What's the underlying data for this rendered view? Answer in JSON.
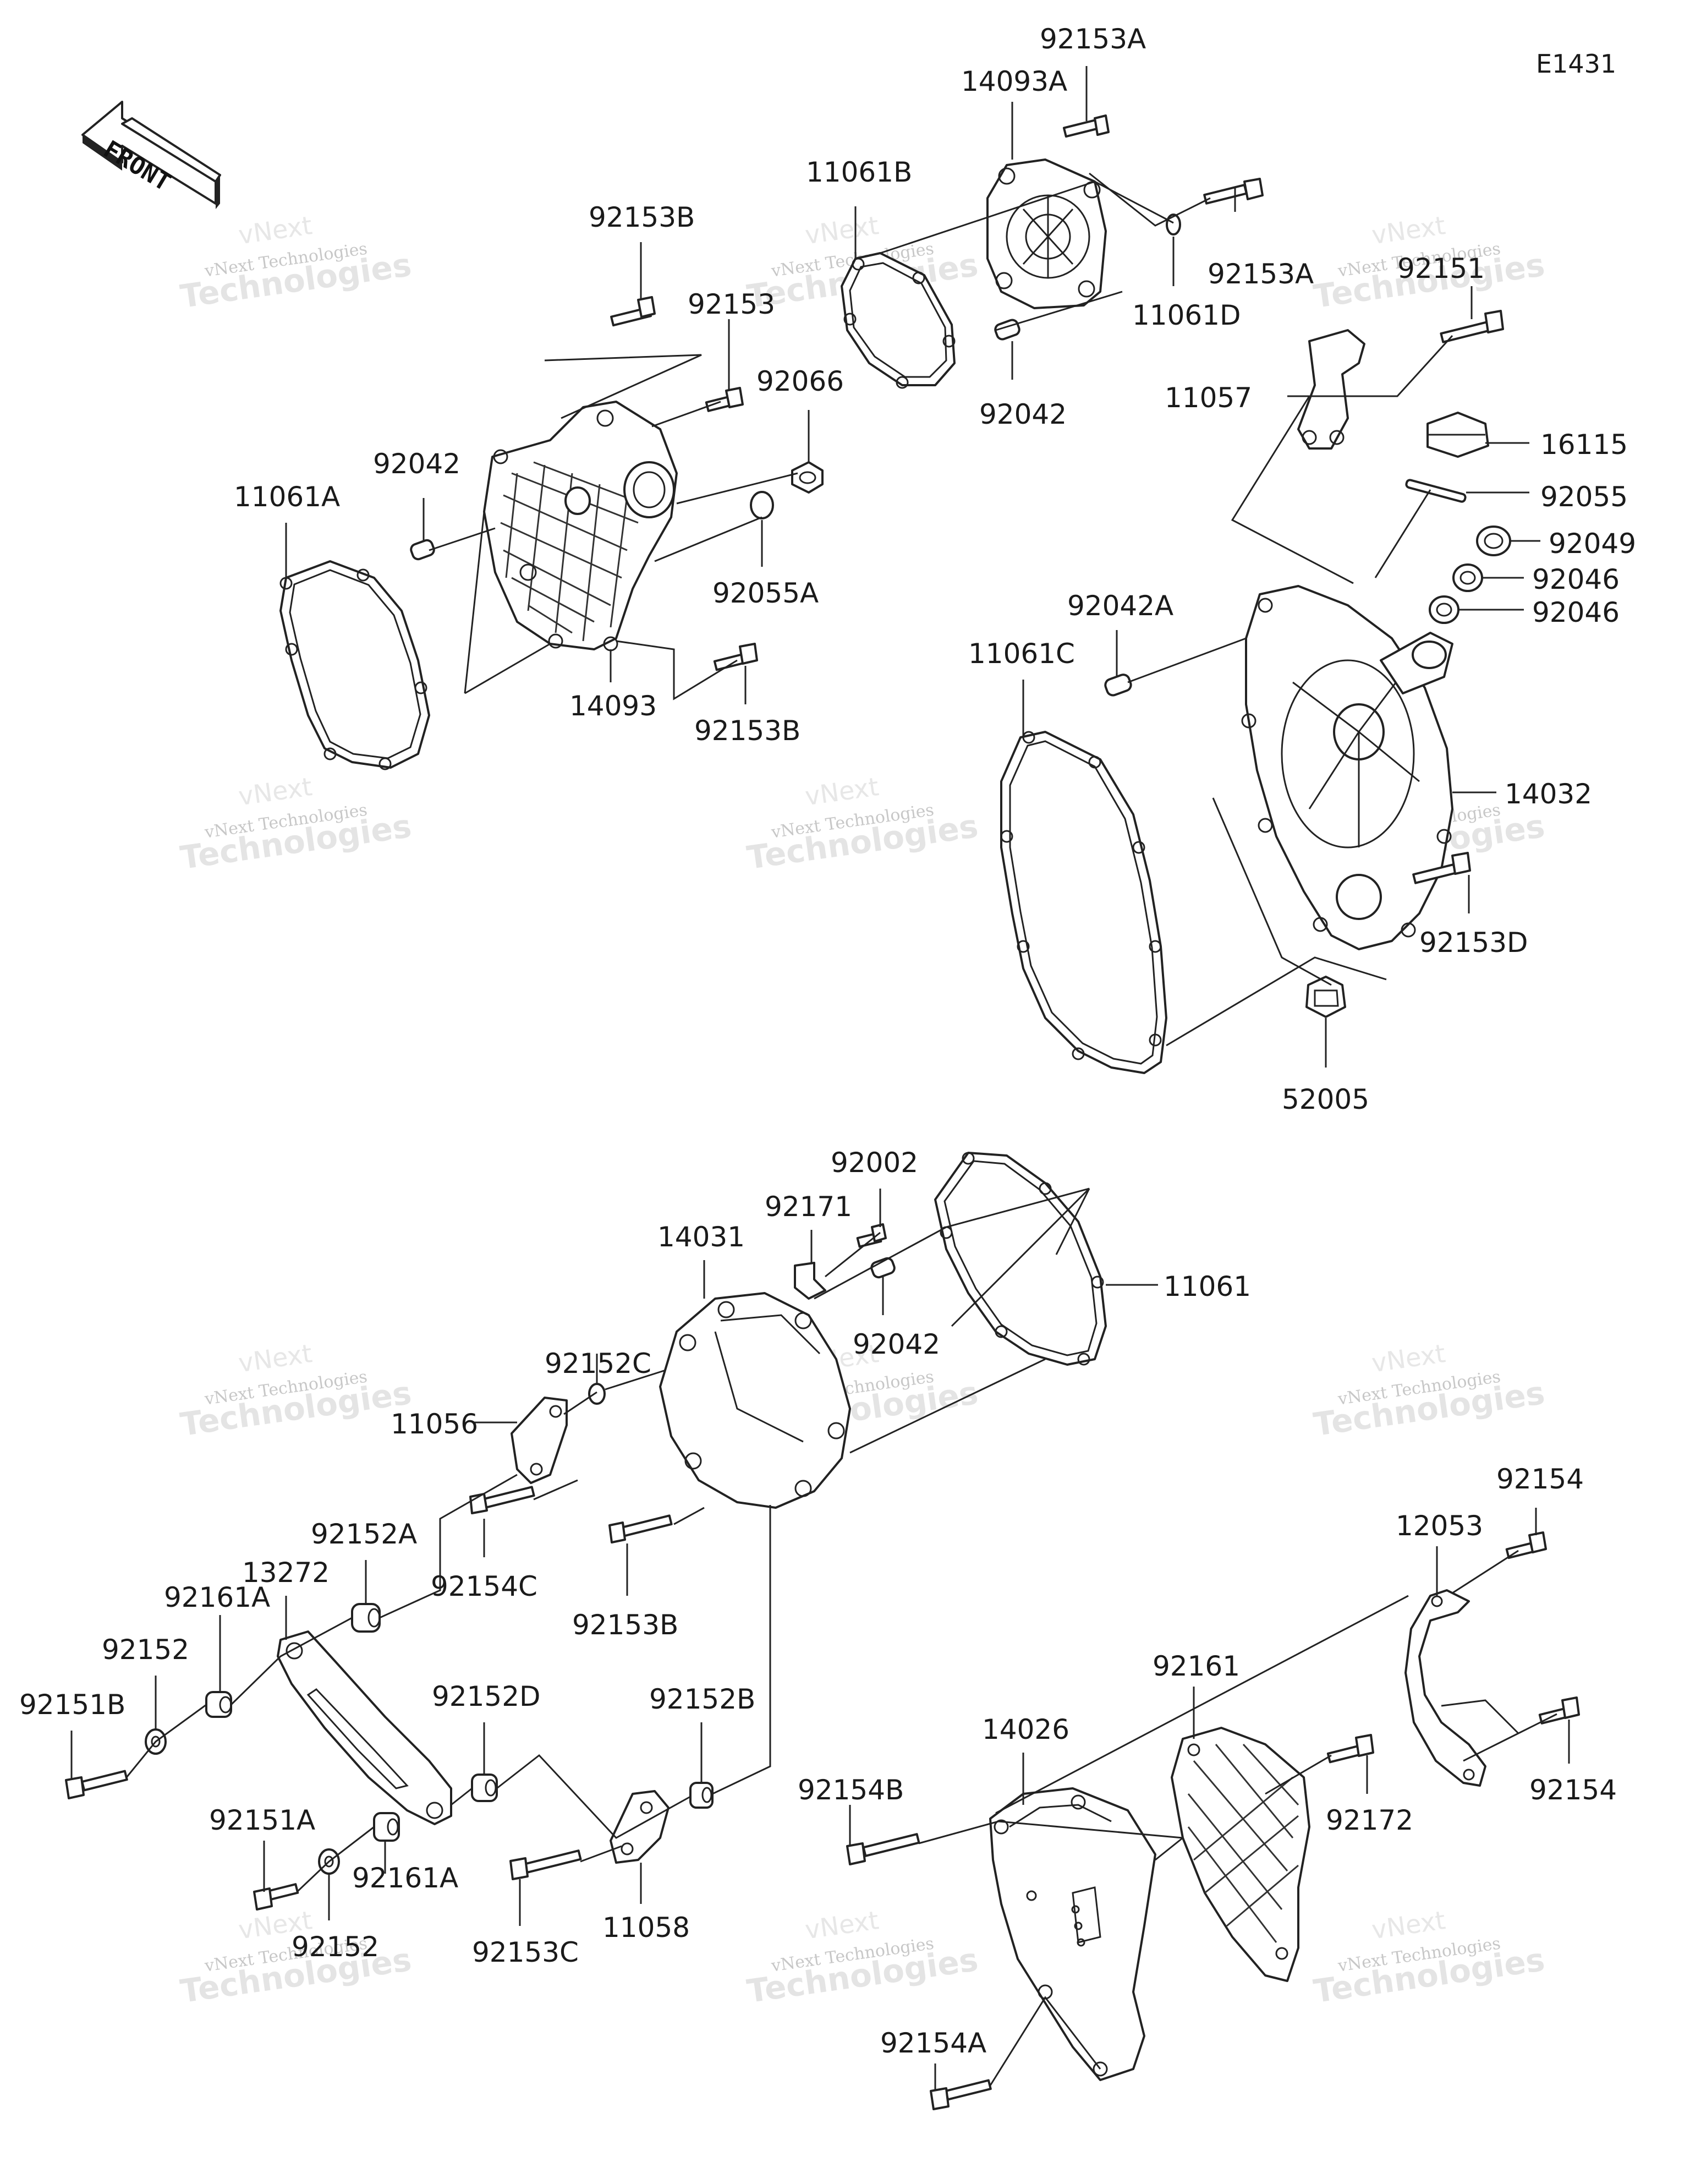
{
  "diagram": {
    "ref_code": "E1431",
    "front_label": "FRONT",
    "watermark": {
      "line1": "vNext",
      "line2": "vNext Technologies",
      "line3": "Technologies"
    },
    "labels": {
      "p92153A_top": "92153A",
      "p14093A": "14093A",
      "p11061B": "11061B",
      "p92153A_right": "92153A",
      "p11061D": "11061D",
      "p92042_top": "92042",
      "p92151": "92151",
      "p11057": "11057",
      "p16115": "16115",
      "p92055": "92055",
      "p92049": "92049",
      "p92046_a": "92046",
      "p92046_b": "92046",
      "p92153B_top": "92153B",
      "p92153": "92153",
      "p92066": "92066",
      "p92042_left": "92042",
      "p11061A": "11061A",
      "p92055A": "92055A",
      "p14093": "14093",
      "p92153B_mid": "92153B",
      "p92042A": "92042A",
      "p11061C": "11061C",
      "p14032": "14032",
      "p92153D": "92153D",
      "p52005": "52005",
      "p92002": "92002",
      "p92171": "92171",
      "p14031": "14031",
      "p11061": "11061",
      "p92042_low": "92042",
      "p92152C": "92152C",
      "p11056": "11056",
      "p92152A": "92152A",
      "p13272": "13272",
      "p92154C": "92154C",
      "p92153B_low": "92153B",
      "p92161A_top": "92161A",
      "p92152_top": "92152",
      "p92151B": "92151B",
      "p92152D": "92152D",
      "p92152B": "92152B",
      "p92151A": "92151A",
      "p92161A_low": "92161A",
      "p92152_low": "92152",
      "p92153C": "92153C",
      "p11058": "11058",
      "p92154_top": "92154",
      "p12053": "12053",
      "p92161": "92161",
      "p14026": "14026",
      "p92154B": "92154B",
      "p92172": "92172",
      "p92154_right": "92154",
      "p92154A": "92154A"
    }
  }
}
